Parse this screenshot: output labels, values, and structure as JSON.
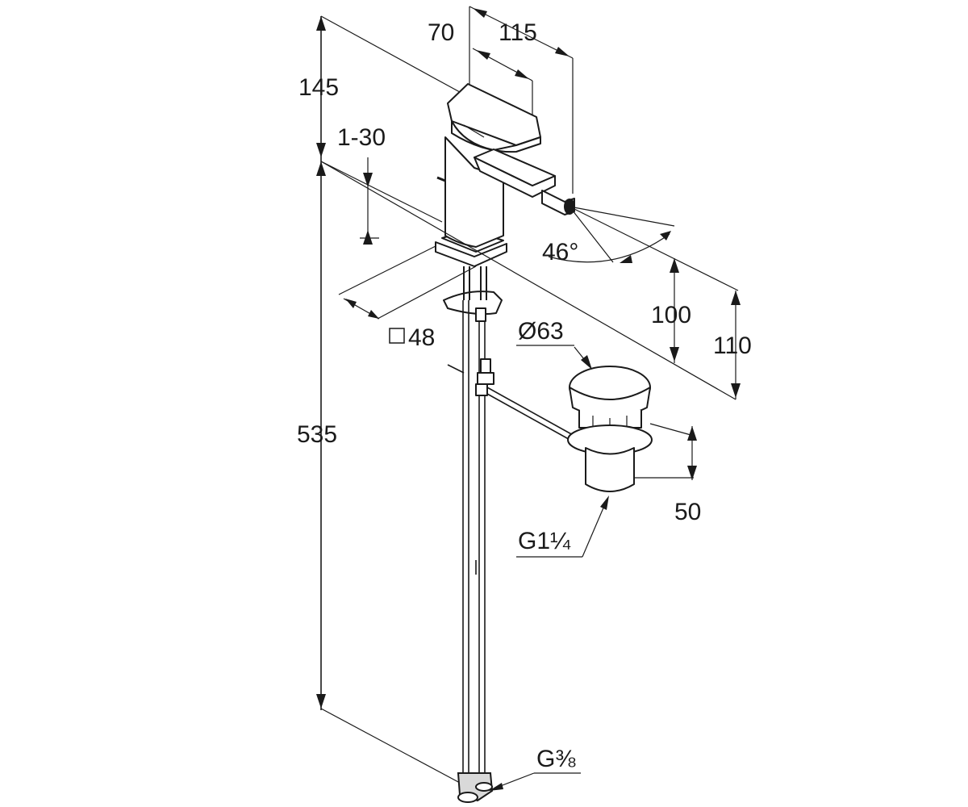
{
  "drawing": {
    "dimensions": {
      "handle_width": "70",
      "spout_reach": "115",
      "lever_height": "145",
      "mounting_thickness": "1-30",
      "spray_angle": "46°",
      "base_square": "48",
      "spout_height": "100",
      "total_height": "110",
      "hose_length": "535",
      "waste_diameter": "Ø63",
      "waste_height": "50",
      "waste_thread": "G1¼",
      "supply_thread": "G⅜"
    },
    "colors": {
      "line": "#1a1a1a",
      "background": "#ffffff",
      "shade": "#d9d9d9"
    }
  }
}
